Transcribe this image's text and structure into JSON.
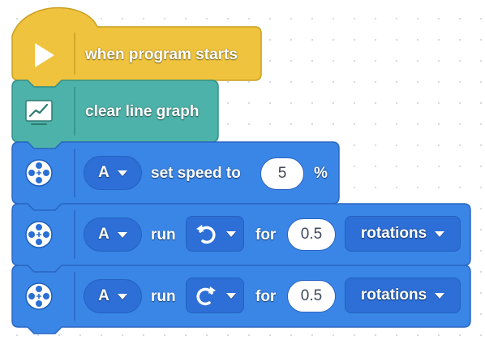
{
  "colors": {
    "event_yellow": "#efc33d",
    "linegraph_teal": "#4db2a9",
    "motor_blue": "#3a86e6"
  },
  "blocks": {
    "start": {
      "label": "when program starts",
      "icon": "play-icon"
    },
    "clear_graph": {
      "label": "clear line graph",
      "icon": "line-graph-monitor-icon"
    },
    "set_speed": {
      "port": "A",
      "label": "set speed to",
      "value": "5",
      "unit": "%",
      "icon": "motor-icon"
    },
    "run1": {
      "port": "A",
      "run_label": "run",
      "direction_icon": "counterclockwise-arrow-icon",
      "for_label": "for",
      "amount": "0.5",
      "unit": "rotations",
      "icon": "motor-icon"
    },
    "run2": {
      "port": "A",
      "run_label": "run",
      "direction_icon": "clockwise-arrow-icon",
      "for_label": "for",
      "amount": "0.5",
      "unit": "rotations",
      "icon": "motor-icon"
    }
  }
}
